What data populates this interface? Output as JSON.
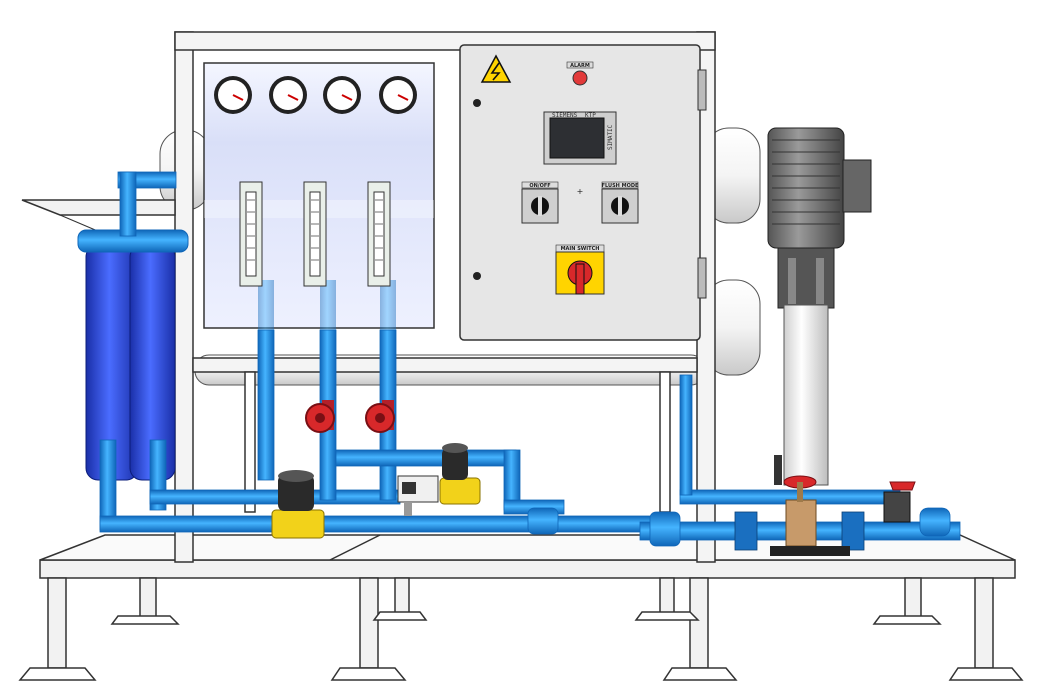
{
  "panel": {
    "alarm_label": "ALARM",
    "switch_left_label": "ON/OFF",
    "switch_right_label": "FLUSH MODE",
    "main_switch_label": "MAIN SWITCH",
    "hmi_brand": "SIEMENS",
    "hmi_model": "KTP",
    "hmi_side_text": "SIMATIC",
    "warning_symbol": "lightning-bolt-icon"
  },
  "colors": {
    "pipe": "#1e90e6",
    "pipe_dark": "#0f66b8",
    "frame": "#f2f2f2",
    "frame_edge": "#333333",
    "valve_handle": "#d8282a",
    "solenoid": "#f2d21a",
    "cabinet": "#e6e6e6",
    "filter_housing": "#2646d6",
    "warning": "#ffd400",
    "bronze": "#c79a6a"
  }
}
